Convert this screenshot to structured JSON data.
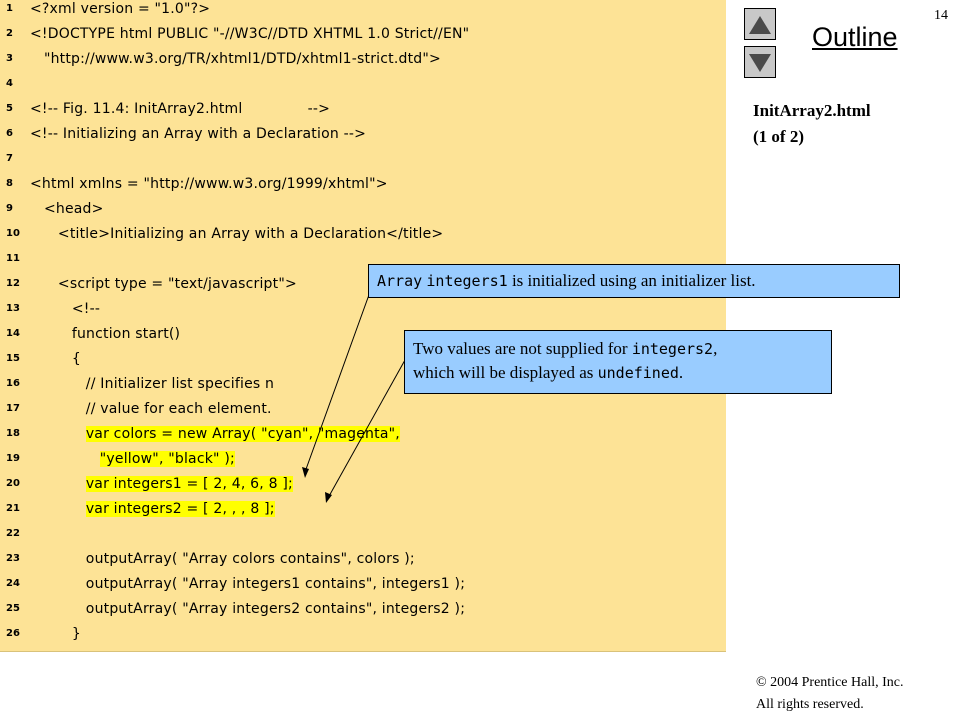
{
  "page": {
    "number": "14"
  },
  "sidebar": {
    "title": "Outline",
    "file_name": "InitArray2.html",
    "file_part": "(1 of 2)"
  },
  "code_lines": [
    {
      "n": "1",
      "text": "<?xml version = \"1.0\"?>"
    },
    {
      "n": "2",
      "text": "<!DOCTYPE html PUBLIC \"-//W3C//DTD XHTML 1.0 Strict//EN\""
    },
    {
      "n": "3",
      "text": "   \"http://www.w3.org/TR/xhtml1/DTD/xhtml1-strict.dtd\">"
    },
    {
      "n": "4",
      "text": ""
    },
    {
      "n": "5",
      "text": "<!-- Fig. 11.4: InitArray2.html              -->"
    },
    {
      "n": "6",
      "text": "<!-- Initializing an Array with a Declaration -->"
    },
    {
      "n": "7",
      "text": ""
    },
    {
      "n": "8",
      "text": "<html xmlns = \"http://www.w3.org/1999/xhtml\">"
    },
    {
      "n": "9",
      "text": "   <head>"
    },
    {
      "n": "10",
      "text": "      <title>Initializing an Array with a Declaration</title>"
    },
    {
      "n": "11",
      "text": ""
    },
    {
      "n": "12",
      "text": "      <script type = \"text/javascript\">"
    },
    {
      "n": "13",
      "text": "         <!--"
    },
    {
      "n": "14",
      "text": "         function start()"
    },
    {
      "n": "15",
      "text": "         {"
    },
    {
      "n": "16",
      "text": "            // Initializer list specifies n"
    },
    {
      "n": "17",
      "text": "            // value for each element."
    },
    {
      "n": "18",
      "text": "            var colors = new Array( \"cyan\", \"magenta\",",
      "highlight": true
    },
    {
      "n": "19",
      "text": "               \"yellow\", \"black\" );",
      "highlight": true
    },
    {
      "n": "20",
      "text": "            var integers1 = [ 2, 4, 6, 8 ];",
      "highlight": true
    },
    {
      "n": "21",
      "text": "            var integers2 = [ 2, , , 8 ];",
      "highlight": true
    },
    {
      "n": "22",
      "text": ""
    },
    {
      "n": "23",
      "text": "            outputArray( \"Array colors contains\", colors );"
    },
    {
      "n": "24",
      "text": "            outputArray( \"Array integers1 contains\", integers1 );"
    },
    {
      "n": "25",
      "text": "            outputArray( \"Array integers2 contains\", integers2 );"
    },
    {
      "n": "26",
      "text": "         }"
    }
  ],
  "callouts": {
    "first": {
      "mono1": "Array",
      "mono2": "integers1",
      "text": " is initialized using an initializer list."
    },
    "second": {
      "text1": "Two values are not supplied for ",
      "mono": "integers2",
      "text2": ",",
      "text3": "which will be displayed as ",
      "mono2": "undefined",
      "text4": "."
    }
  },
  "footer": {
    "copyright": "© 2004 Prentice Hall, Inc.",
    "rights": "All rights reserved."
  }
}
